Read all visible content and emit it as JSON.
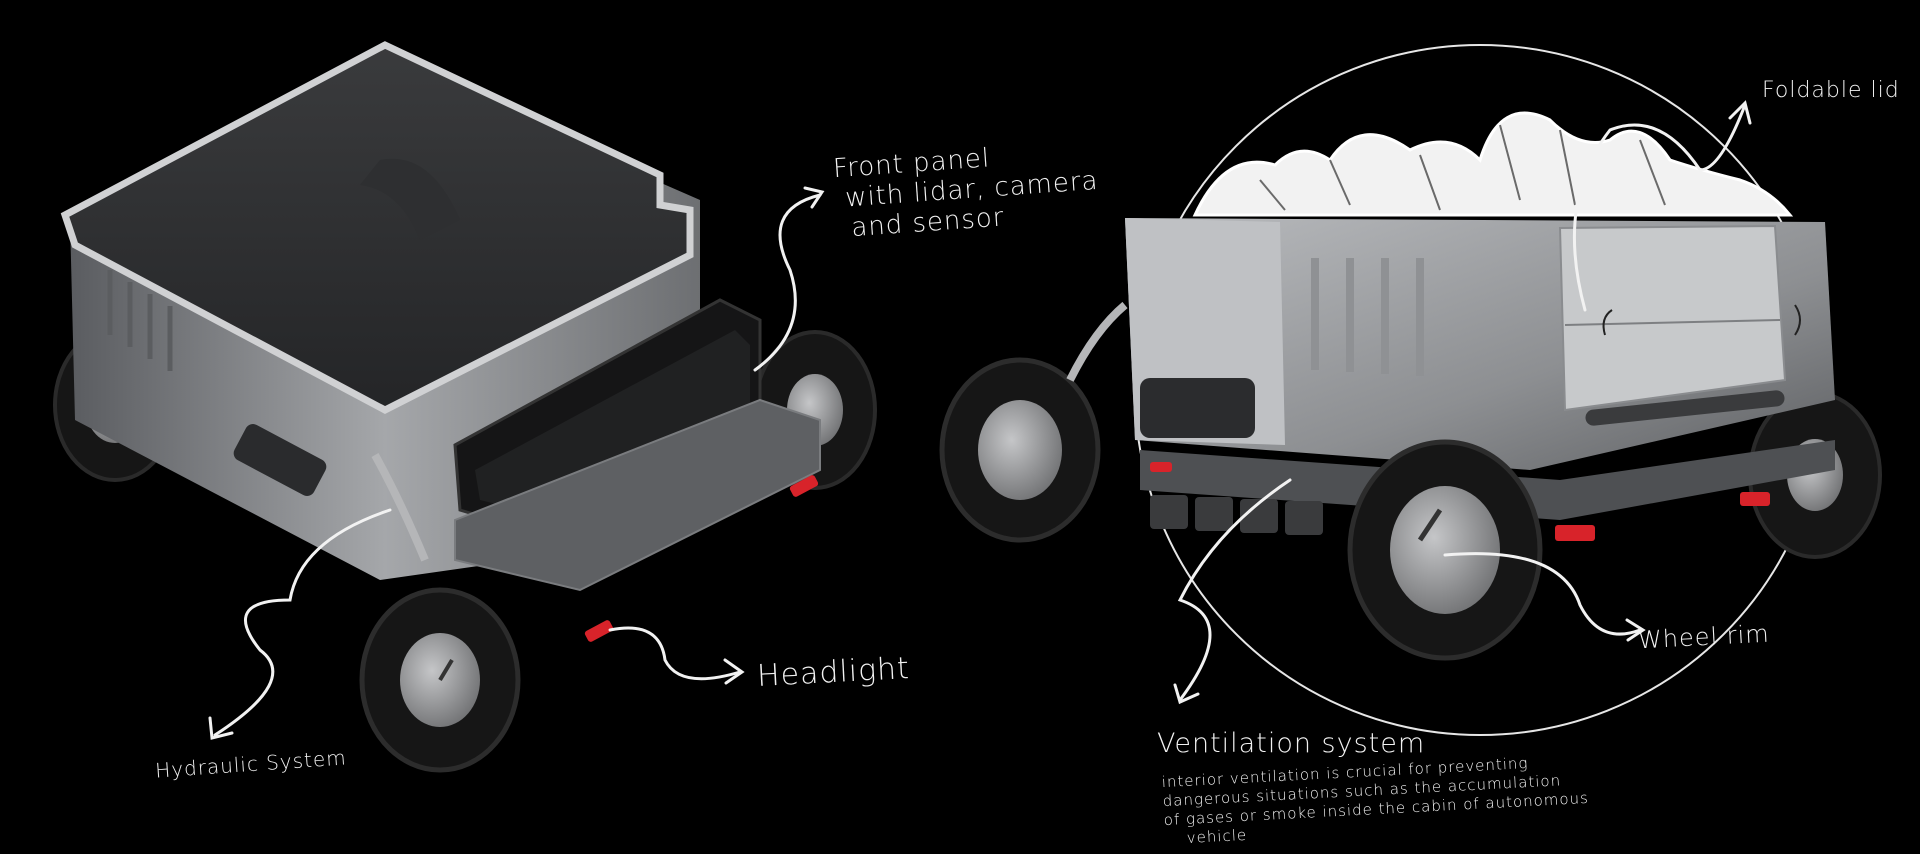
{
  "annotations": {
    "front_panel": [
      "Front panel",
      "with lidar, camera",
      "and sensor"
    ],
    "headlight": "Headlight",
    "hydraulic": "Hydraulic System",
    "foldable_lid": "Foldable lid",
    "wheel_rim": "Wheel rim",
    "ventilation_title": "Ventilation system",
    "ventilation_body": [
      "interior ventilation is crucial for preventing",
      "dangerous situations such as the accumulation",
      "of gases or smoke inside the cabin of autonomous",
      "vehicle"
    ]
  },
  "colors": {
    "background": "#000000",
    "body_metal": "#8a8c8f",
    "bin_dark": "#2b2c2e",
    "tire": "#1a1a1a",
    "rim": "#9a9b9d",
    "light_red": "#d8232a",
    "sketch_white": "#f2f2f2"
  }
}
